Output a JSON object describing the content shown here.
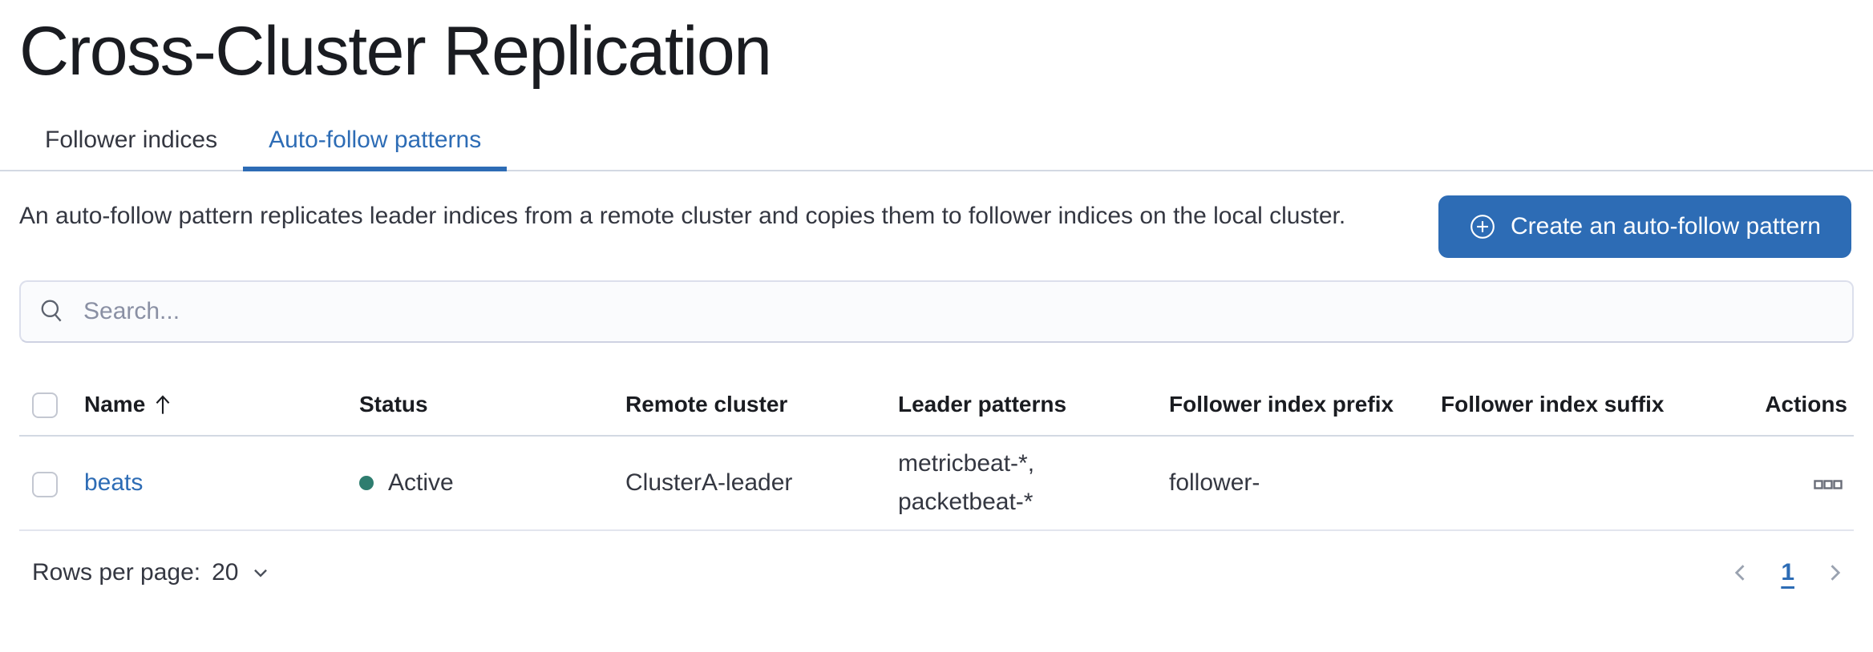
{
  "page": {
    "title": "Cross-Cluster Replication"
  },
  "tabs": {
    "items": [
      {
        "label": "Follower indices",
        "active": false
      },
      {
        "label": "Auto-follow patterns",
        "active": true
      }
    ]
  },
  "intro": {
    "description": "An auto-follow pattern replicates leader indices from a remote cluster and copies them to follower indices on the local cluster.",
    "create_button_label": "Create an auto-follow pattern",
    "create_button_icon": "plus-in-circle-icon"
  },
  "search": {
    "placeholder": "Search...",
    "value": "",
    "icon": "search-icon"
  },
  "table": {
    "columns": [
      "Name",
      "Status",
      "Remote cluster",
      "Leader patterns",
      "Follower index prefix",
      "Follower index suffix",
      "Actions"
    ],
    "sort": {
      "column": "Name",
      "direction": "ascending",
      "icon": "sort-ascending-arrow-icon"
    },
    "rows": [
      {
        "name": "beats",
        "status": "Active",
        "status_color": "#2e7d6f",
        "remote_cluster": "ClusterA-leader",
        "leader_patterns": [
          "metricbeat-*,",
          "packetbeat-*"
        ],
        "follower_index_prefix": "follower-",
        "follower_index_suffix": "",
        "actions_icon": "boxes-horizontal-icon"
      }
    ]
  },
  "footer": {
    "rows_per_page_label": "Rows per page:",
    "rows_per_page_value": "20",
    "rows_per_page_icon": "chevron-down-icon",
    "pagination": {
      "prev_icon": "chevron-left-icon",
      "page": "1",
      "active_page": "1",
      "next_icon": "chevron-right-icon"
    }
  },
  "colors": {
    "accent": "#2d6cb5",
    "link": "#2d6cb5",
    "status_active": "#2e7d6f",
    "title_text": "#1a1c21",
    "body_text": "#343741",
    "muted": "#69707d",
    "border": "#d3d9e3"
  }
}
